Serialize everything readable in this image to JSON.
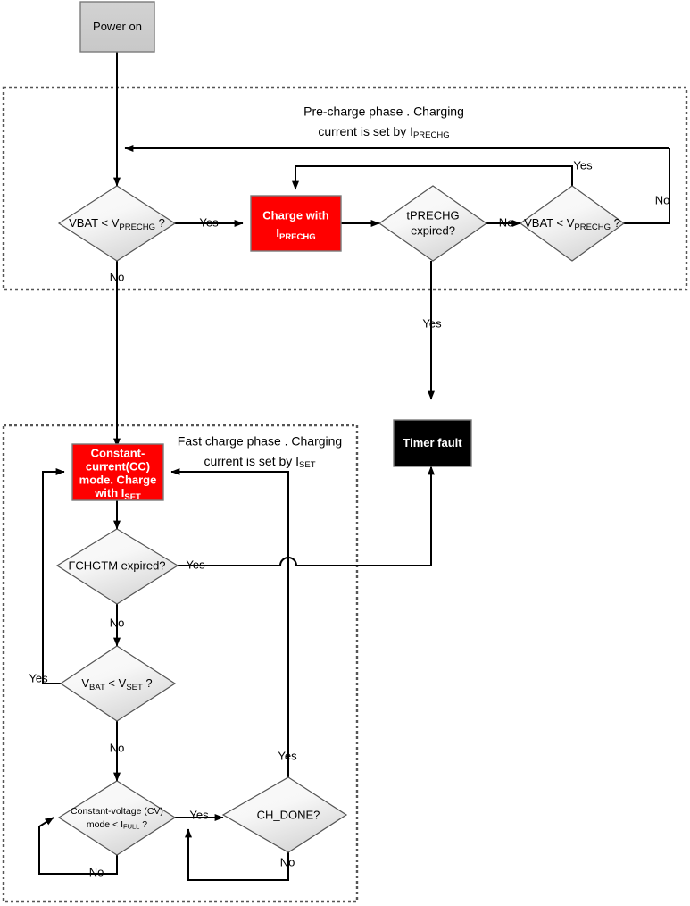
{
  "diagram": {
    "title": "Battery charging state flowchart",
    "colors": {
      "charge_box_fill": "#ff0000",
      "terminal_box_fill": "#000000",
      "start_box_fill": "#cccccc",
      "decision_fill_light": "#f5f5f5",
      "decision_fill_dark": "#dcdcdc",
      "line": "#000000",
      "dashed_border": "#555555"
    }
  },
  "nodes": {
    "power_on": {
      "label": "Power on",
      "type": "start"
    },
    "vbat_prechg_1": {
      "label": "VBAT < V",
      "sub": "PRECHG",
      "suffix": " ?",
      "type": "decision"
    },
    "charge_with_iprechg": {
      "line1": "Charge with",
      "line2": "I",
      "line2_sub": "PRECHG",
      "type": "process"
    },
    "tprechg_expired": {
      "line1": "tPRECHG",
      "line2": "expired?",
      "type": "decision"
    },
    "vbat_prechg_2": {
      "label": "VBAT < V",
      "sub": "PRECHG",
      "suffix": " ?",
      "type": "decision"
    },
    "timer_fault": {
      "label": "Timer fault",
      "type": "terminal"
    },
    "cc_mode": {
      "line1": "Constant-",
      "line2": "current(CC)",
      "line3": "mode. Charge",
      "line4": "with I",
      "line4_sub": "SET",
      "type": "process"
    },
    "fchgtm_expired": {
      "label": "FCHGTM expired?",
      "type": "decision"
    },
    "vbat_vset": {
      "pre": "V",
      "pre_sub": "BAT",
      "mid": " < V",
      "mid_sub": "SET",
      "suffix": " ?",
      "type": "decision"
    },
    "cv_mode": {
      "line1": "Constant-voltage (CV)",
      "line2": "mode < I",
      "line2_sub": "FULL",
      "line2_suffix": " ?",
      "type": "decision"
    },
    "ch_done": {
      "label": "CH_DONE?",
      "type": "decision"
    }
  },
  "phases": {
    "precharge": {
      "line1": "Pre-charge phase . Charging",
      "line2": "current is set by I",
      "line2_sub": "PRECHG"
    },
    "fastcharge": {
      "line1": "Fast charge phase . Charging",
      "line2": "current is set by I",
      "line2_sub": "SET"
    }
  },
  "edge_labels": {
    "yes_1": "Yes",
    "no_1": "No",
    "no_2": "No",
    "yes_2": "Yes",
    "no_3": "No",
    "yes_3": "Yes",
    "yes_4": "Yes",
    "no_4": "No",
    "yes_5": "Yes",
    "no_5": "No",
    "no_6": "No",
    "yes_6": "Yes",
    "no_7": "No",
    "yes_7": "Yes"
  }
}
